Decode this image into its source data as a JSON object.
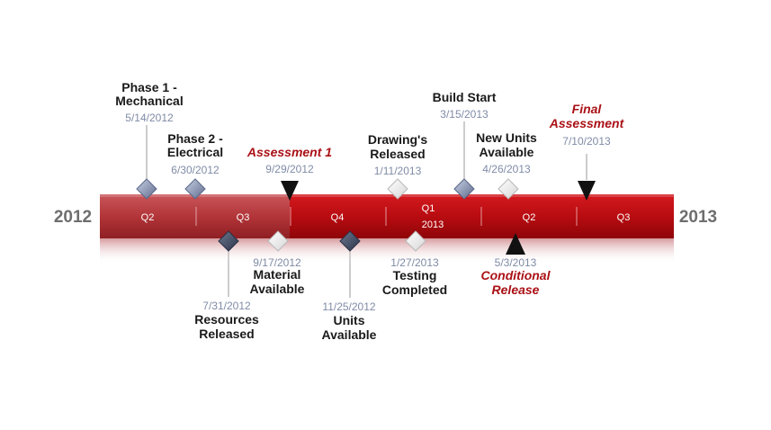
{
  "years": {
    "start": "2012",
    "end": "2013"
  },
  "quarters": [
    {
      "label": "Q2",
      "sub": ""
    },
    {
      "label": "Q3",
      "sub": ""
    },
    {
      "label": "Q4",
      "sub": ""
    },
    {
      "label": "Q1",
      "sub": "2013"
    },
    {
      "label": "Q2",
      "sub": ""
    },
    {
      "label": "Q3",
      "sub": ""
    }
  ],
  "colors": {
    "bar_past": "#b8393d",
    "bar_future": "#b90f14",
    "milestone_red": "#aa1116",
    "date": "#7f8ba6"
  },
  "milestones": [
    {
      "id": "phase1",
      "title": [
        "Phase 1 -",
        "Mechanical"
      ],
      "date": "5/14/2012",
      "position": "above",
      "marker": "diamond-steel",
      "style": "normal"
    },
    {
      "id": "phase2",
      "title": [
        "Phase 2 -",
        "Electrical"
      ],
      "date": "6/30/2012",
      "position": "above",
      "marker": "diamond-steel",
      "style": "normal"
    },
    {
      "id": "assessment1",
      "title": [
        "Assessment 1"
      ],
      "date": "9/29/2012",
      "position": "above",
      "marker": "triangle-down",
      "style": "red"
    },
    {
      "id": "drawings",
      "title": [
        "Drawing's",
        "Released"
      ],
      "date": "1/11/2013",
      "position": "above",
      "marker": "diamond-white",
      "style": "normal"
    },
    {
      "id": "build",
      "title": [
        "Build Start"
      ],
      "date": "3/15/2013",
      "position": "above",
      "marker": "diamond-steel",
      "style": "normal"
    },
    {
      "id": "newunits",
      "title": [
        "New Units",
        "Available"
      ],
      "date": "4/26/2013",
      "position": "above",
      "marker": "diamond-white",
      "style": "normal"
    },
    {
      "id": "final",
      "title": [
        "Final",
        "Assessment"
      ],
      "date": "7/10/2013",
      "position": "above",
      "marker": "triangle-down",
      "style": "red"
    },
    {
      "id": "resources",
      "title": [
        "Resources",
        "Released"
      ],
      "date": "7/31/2012",
      "position": "below",
      "marker": "diamond-dark",
      "style": "normal"
    },
    {
      "id": "material",
      "title": [
        "Material",
        "Available"
      ],
      "date": "9/17/2012",
      "position": "below",
      "marker": "diamond-white",
      "style": "normal"
    },
    {
      "id": "units",
      "title": [
        "Units",
        "Available"
      ],
      "date": "11/25/2012",
      "position": "below",
      "marker": "diamond-dark",
      "style": "normal"
    },
    {
      "id": "testing",
      "title": [
        "Testing",
        "Completed"
      ],
      "date": "1/27/2013",
      "position": "below",
      "marker": "diamond-white",
      "style": "normal"
    },
    {
      "id": "conditional",
      "title": [
        "Conditional",
        "Release"
      ],
      "date": "5/3/2013",
      "position": "below",
      "marker": "triangle-up",
      "style": "red"
    }
  ]
}
